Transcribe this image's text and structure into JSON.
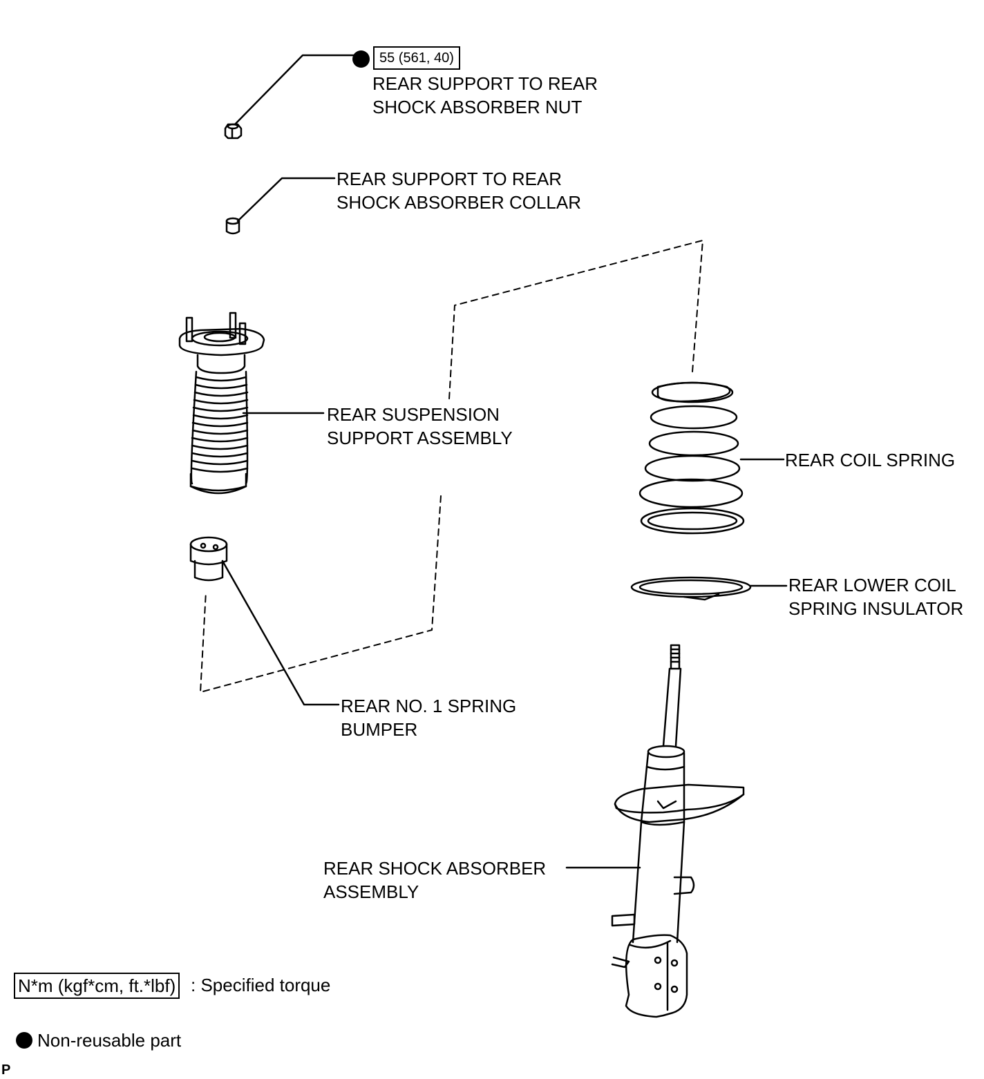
{
  "torque": {
    "value": "55 (561, 40)"
  },
  "labels": {
    "nut": [
      "REAR SUPPORT TO REAR",
      "SHOCK ABSORBER NUT"
    ],
    "collar": [
      "REAR SUPPORT TO REAR",
      "SHOCK ABSORBER COLLAR"
    ],
    "support": [
      "REAR SUSPENSION",
      "SUPPORT ASSEMBLY"
    ],
    "coil_spring": [
      "REAR COIL SPRING"
    ],
    "insulator": [
      "REAR LOWER COIL",
      "SPRING INSULATOR"
    ],
    "bumper": [
      "REAR NO. 1 SPRING",
      "BUMPER"
    ],
    "shock": [
      "REAR SHOCK ABSORBER",
      "ASSEMBLY"
    ]
  },
  "legend": {
    "torque_unit": "N*m (kgf*cm, ft.*lbf)",
    "torque_desc": ": Specified torque",
    "nonreusable": "Non-reusable part"
  },
  "corner_mark": "P"
}
